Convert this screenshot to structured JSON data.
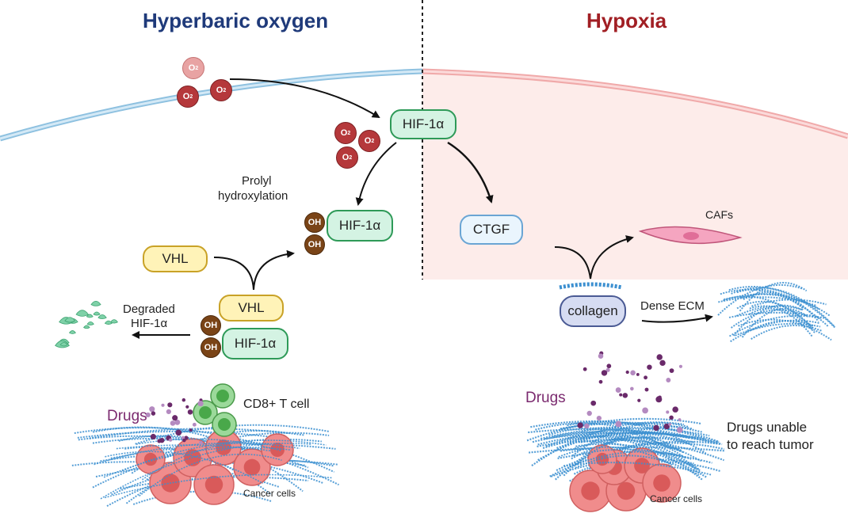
{
  "titles": {
    "left": "Hyperbaric oxygen",
    "right": "Hypoxia"
  },
  "colors": {
    "left_title": "#1f3a7a",
    "right_title": "#a11f24",
    "hypoxia_bg": "#fdecea",
    "hif_fill": "#d4f3e3",
    "hif_border": "#2e9a58",
    "vhl_fill": "#fff3b8",
    "vhl_border": "#c9a227",
    "ctgf_fill": "#eaf5fd",
    "ctgf_border": "#6aa5d4",
    "collagen_fill": "#d6dcf2",
    "collagen_border": "#4a5a94",
    "oxygen": "#b5383b",
    "oh": "#7a4417",
    "drugs_text": "#7b2a6f",
    "fibers": "#3b8fd0",
    "cancer": "#f08c8c"
  },
  "nodes": {
    "o2": "O",
    "o2_sub": "2",
    "hif1a": "HIF-1α",
    "oh": "OH",
    "vhl": "VHL",
    "ctgf": "CTGF",
    "collagen": "collagen"
  },
  "labels": {
    "prolyl_1": "Prolyl",
    "prolyl_2": "hydroxylation",
    "degraded_1": "Degraded",
    "degraded_2": "HIF-1α",
    "cd8": "CD8+ T cell",
    "drugs": "Drugs",
    "cancer_cells": "Cancer cells",
    "cafs": "CAFs",
    "dense_ecm": "Dense ECM",
    "unable_1": "Drugs unable",
    "unable_2": "to reach tumor"
  }
}
